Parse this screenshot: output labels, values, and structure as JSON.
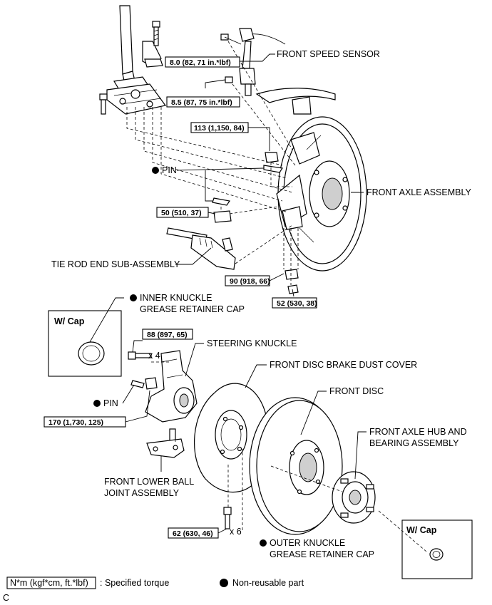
{
  "torque_specs": {
    "t1": "8.0 (82, 71 in.*lbf)",
    "t2": "8.5 (87, 75 in.*lbf)",
    "t3": "113 (1,150, 84)",
    "t4": "50 (510, 37)",
    "t5": "90 (918, 66)",
    "t6": "52 (530, 38)",
    "t7": "88 (897, 65)",
    "t8": "170 (1,730, 125)",
    "t9": "62 (630, 46)"
  },
  "multipliers": {
    "x4": "x 4",
    "x6": "x 6"
  },
  "labels": {
    "front_speed_sensor": "FRONT SPEED SENSOR",
    "pin_upper": "PIN",
    "front_axle_assembly": "FRONT AXLE ASSEMBLY",
    "tie_rod_end": "TIE ROD END SUB-ASSEMBLY",
    "inner_cap_1": "INNER KNUCKLE",
    "inner_cap_2": "GREASE RETAINER CAP",
    "steering_knuckle": "STEERING KNUCKLE",
    "dust_cover": "FRONT DISC BRAKE DUST COVER",
    "front_disc": "FRONT DISC",
    "pin_lower": "PIN",
    "hub_1": "FRONT AXLE HUB AND",
    "hub_2": "BEARING ASSEMBLY",
    "ball_joint_1": "FRONT LOWER BALL",
    "ball_joint_2": "JOINT ASSEMBLY",
    "outer_cap_1": "OUTER KNUCKLE",
    "outer_cap_2": "GREASE RETAINER CAP"
  },
  "wcap": {
    "left": "W/ Cap",
    "right": "W/ Cap"
  },
  "legend": {
    "torque_box": "N*m (kgf*cm, ft.*lbf)",
    "torque_text": ": Specified torque",
    "nonreusable_text": "Non-reusable part"
  },
  "corner_code": "C"
}
